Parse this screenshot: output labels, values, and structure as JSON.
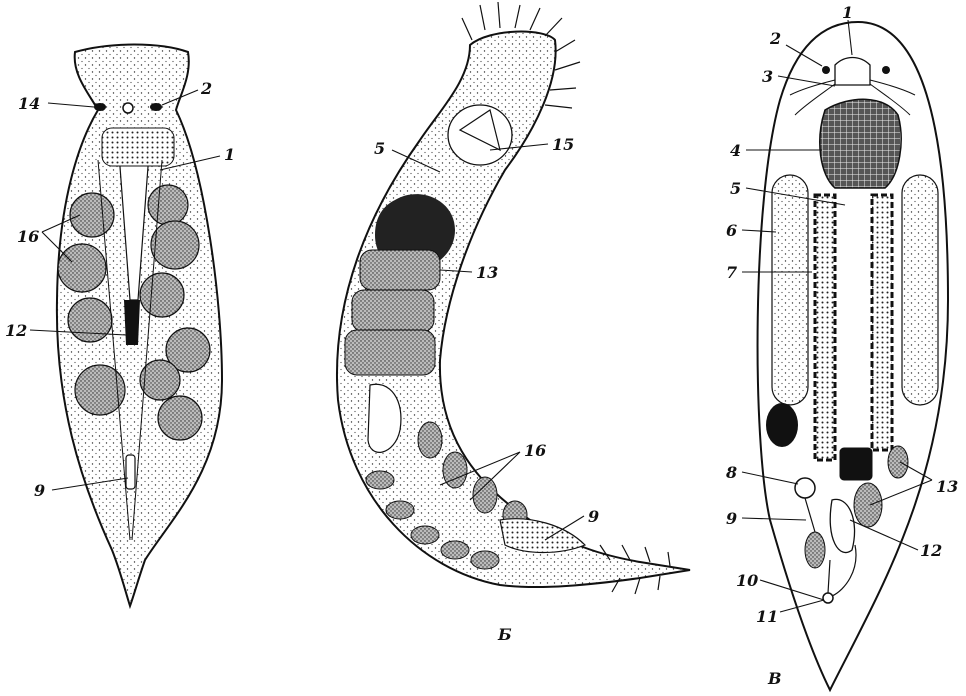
{
  "panels": {
    "a": {
      "labels": [
        "14",
        "2",
        "1",
        "16",
        "12",
        "9"
      ]
    },
    "b": {
      "caption": "Б",
      "labels": [
        "5",
        "15",
        "13",
        "16",
        "9"
      ]
    },
    "c": {
      "caption": "В",
      "labels": [
        "1",
        "2",
        "3",
        "4",
        "5",
        "6",
        "7",
        "8",
        "9",
        "10",
        "11",
        "12",
        "13"
      ]
    }
  }
}
